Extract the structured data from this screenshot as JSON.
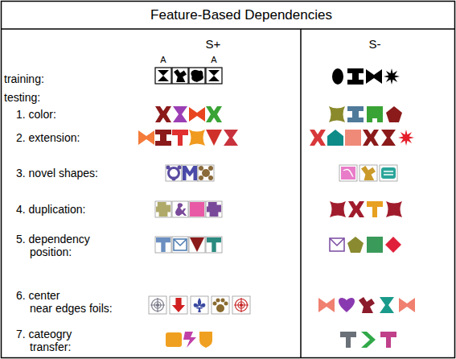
{
  "diagram": {
    "title": "Feature-Based Dependencies",
    "labels": [
      "S+",
      "S-",
      "A",
      "A",
      "training:",
      "testing:",
      "1. color:",
      "2. extension:",
      "3. novel shapes:",
      "4. duplication:",
      "5. dependency position:",
      "6. center near edges foils:",
      "7. cateogry transfer:"
    ]
  }
}
